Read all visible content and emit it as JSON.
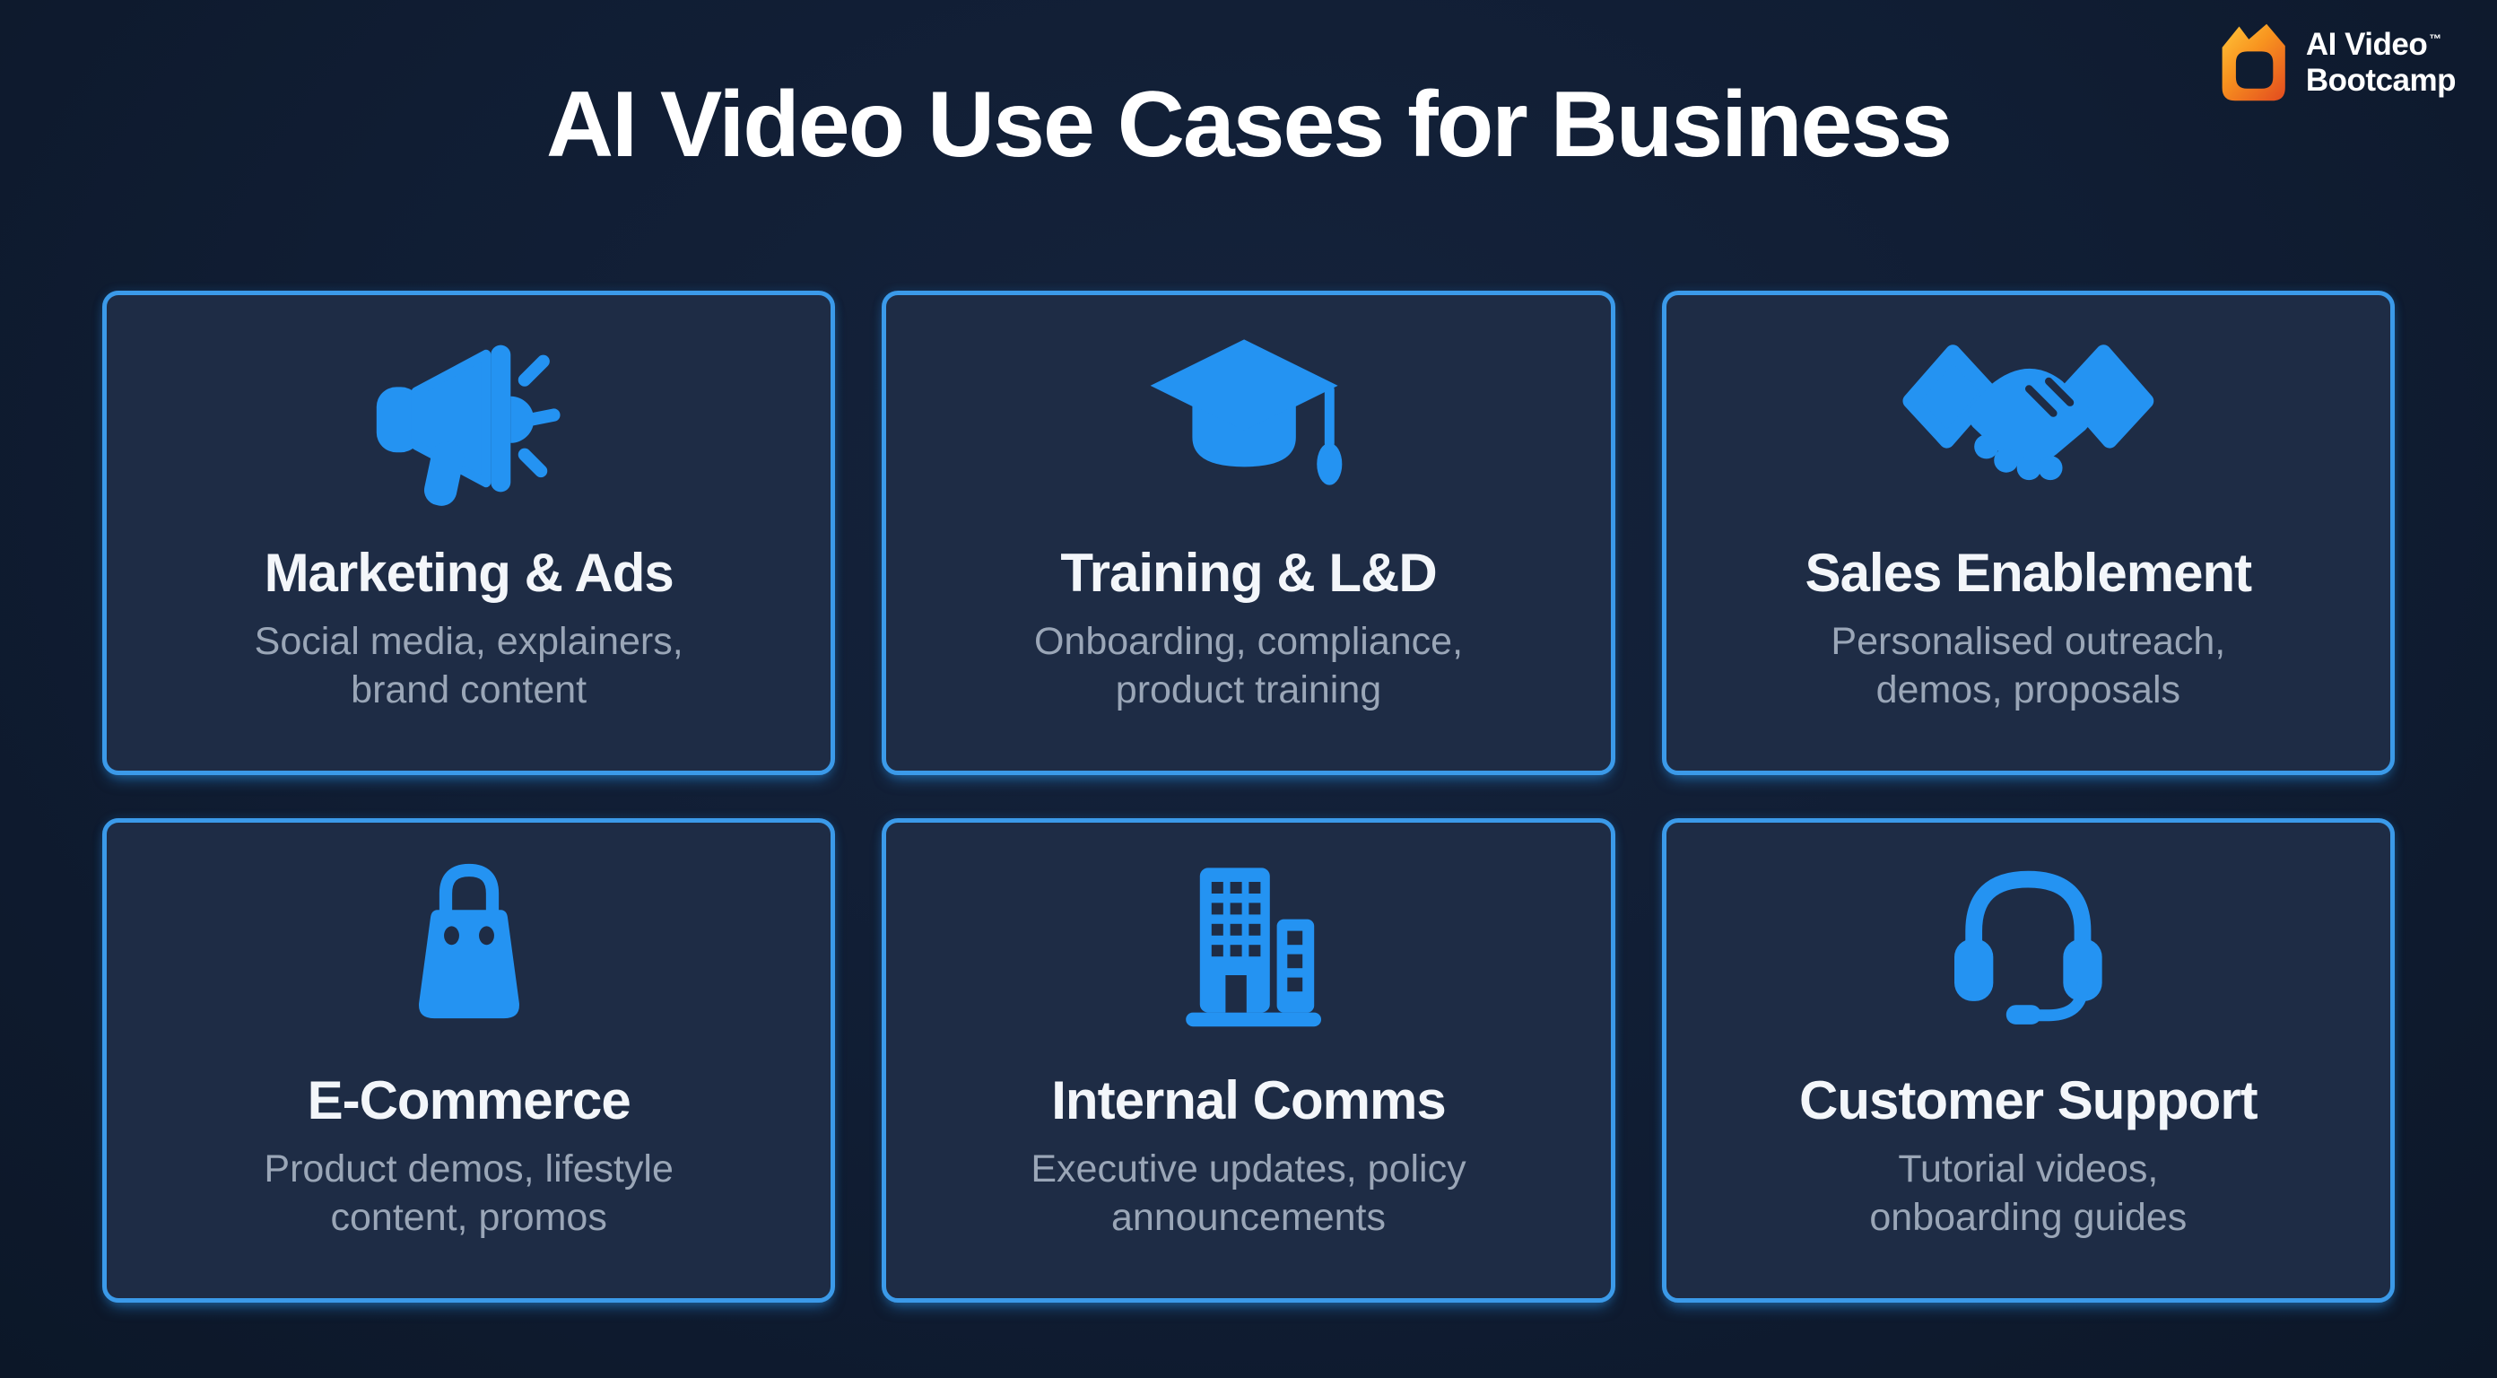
{
  "page": {
    "title": "AI Video Use Cases for Business"
  },
  "logo": {
    "line1": "AI Video",
    "tm": "™",
    "line2": "Bootcamp"
  },
  "colors": {
    "page_bg": "#101d33",
    "card_bg": "#1e2c45",
    "card_border": "#3b9ae9",
    "icon_blue": "#2493f2",
    "title_text": "#ffffff",
    "card_title_text": "#f3f6fa",
    "subtitle_text": "#9aa6b7",
    "flame_gradient": [
      "#ffc63b",
      "#f8941f",
      "#e5531f"
    ]
  },
  "cards": [
    {
      "icon": "megaphone-icon",
      "title": "Marketing & Ads",
      "subtitle": "Social media, explainers,\nbrand content"
    },
    {
      "icon": "graduation-cap-icon",
      "title": "Training & L&D",
      "subtitle": "Onboarding, compliance,\nproduct training"
    },
    {
      "icon": "handshake-icon",
      "title": "Sales Enablement",
      "subtitle": "Personalised outreach,\ndemos, proposals"
    },
    {
      "icon": "shopping-bag-icon",
      "title": "E-Commerce",
      "subtitle": "Product demos, lifestyle\ncontent, promos"
    },
    {
      "icon": "building-icon",
      "title": "Internal Comms",
      "subtitle": "Executive updates, policy\nannouncements"
    },
    {
      "icon": "headset-icon",
      "title": "Customer Support",
      "subtitle": "Tutorial videos,\nonboarding guides"
    }
  ]
}
